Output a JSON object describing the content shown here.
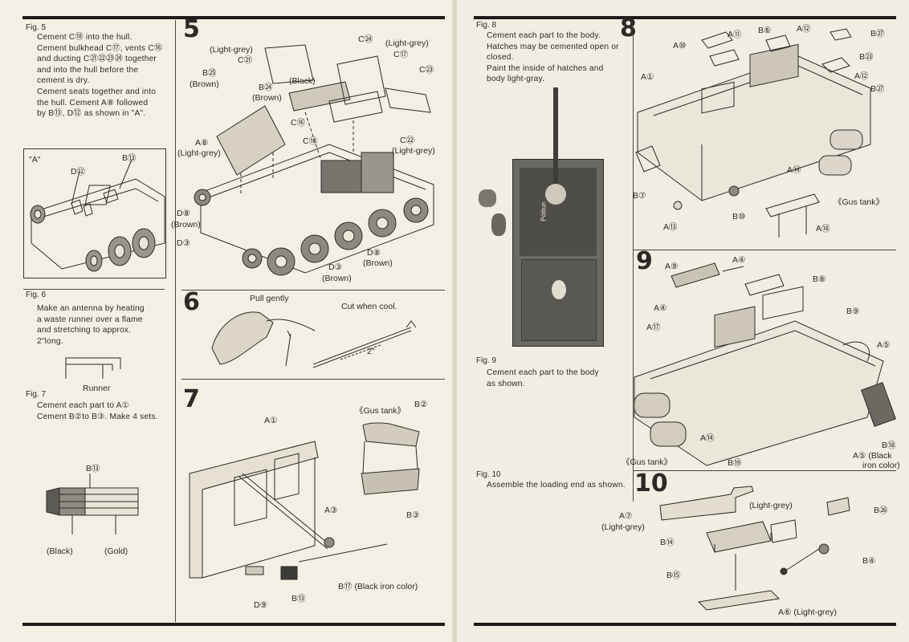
{
  "fig5": {
    "label": "Fig. 5",
    "lines": [
      "Cement C⑱ into the hull.",
      "Cement bulkhead C⑰, vents C⑯",
      "and ducting C㉑㉒㉓㉔ together",
      "and into the hull before the",
      "cement is dry.",
      "Cement seats together and into",
      "the hull.  Cement A⑧ followed",
      "by B⑬, D⑫ as shown in \"A\"."
    ]
  },
  "inset": {
    "title": "\"A\"",
    "labels": [
      "D⑫",
      "B⑬"
    ]
  },
  "fig6": {
    "label": "Fig. 6",
    "lines": [
      "Make an antenna by heating",
      "a waste runner over a flame",
      "and stretching to approx.",
      "2\"long."
    ],
    "runner": "Runner"
  },
  "fig7": {
    "label": "Fig. 7",
    "lines": [
      "Cement each part to A①",
      "Cement B②to B③.  Make 4 sets."
    ],
    "b13": "B⑬",
    "black": "(Black)",
    "gold": "(Gold)"
  },
  "step5": {
    "num": "5",
    "labels": {
      "ltgrey1": "(Light-grey)",
      "c21": "C㉑",
      "b25": "B㉕",
      "brown1": "(Brown)",
      "b24": "B㉔",
      "brown2": "(Brown)",
      "black": "(Black)",
      "c24": "C㉔",
      "ltgrey2": "(Light-grey)",
      "c17": "C⑰",
      "c23": "C㉓",
      "c16": "C⑯",
      "a8": "A⑧",
      "ltgrey3": "(Light-grey)",
      "c18": "C⑱",
      "c22": "C㉒",
      "ltgrey4": "(Light-grey)",
      "d8a": "D⑧",
      "brown3": "(Brown)",
      "d3a": "D③",
      "d8b": "D⑧",
      "brown4": "(Brown)",
      "d3b": "D③",
      "brown5": "(Brown)"
    }
  },
  "step6": {
    "num": "6",
    "pull": "Pull gently",
    "cut": "Cut when cool.",
    "two": "2\""
  },
  "step7": {
    "num": "7",
    "a1": "A①",
    "gus": "《Gus tank》",
    "b2": "B②",
    "a3": "A③",
    "b3": "B③",
    "b13": "B⑬",
    "d9": "D⑨",
    "b17": "B⑰ (Black iron color)"
  },
  "fig8": {
    "label": "Fig. 8",
    "lines": [
      "Cement each part to the body.",
      "Hatches may be cemented open or",
      "closed.",
      "Paint the inside of hatches and",
      "body light-gray."
    ]
  },
  "fig9": {
    "label": "Fig. 9",
    "lines": [
      "Cement each part to the body",
      "as shown."
    ]
  },
  "fig10": {
    "label": "Fig. 10",
    "lines": [
      "Assemble the loading end as shown."
    ]
  },
  "step8": {
    "num": "8",
    "labels": {
      "a11": "A⑪",
      "b6": "B⑥",
      "a12a": "A⑫",
      "b27a": "B㉗",
      "a10": "A⑩",
      "b23": "B㉓",
      "a12b": "A⑫",
      "b27b": "B㉗",
      "a1": "A①",
      "b7": "B⑦",
      "a14": "A⑭",
      "gus": "《Gus tank》",
      "b10": "B⑩",
      "a13": "A⑬",
      "a18": "A⑱"
    }
  },
  "step9": {
    "num": "9",
    "labels": {
      "a9": "A⑨",
      "a4a": "A④",
      "b8": "B⑧",
      "b9": "B⑨",
      "a4b": "A④",
      "a17": "A⑰",
      "a5a": "A⑤",
      "a14": "A⑭",
      "b18": "B⑱",
      "a5b": "A⑤ (Black",
      "iron": "iron color)",
      "gus": "《Gus tank》",
      "b19": "B⑲"
    }
  },
  "step10": {
    "num": "10",
    "labels": {
      "ltgrey1": "(Light-grey)",
      "b26": "B㉖",
      "a7": "A⑦",
      "ltgrey2": "(Light-grey)",
      "b14": "B⑭",
      "b4": "B④",
      "b15": "B⑮",
      "a6": "A⑥ (Light-grey)"
    }
  },
  "photo": {
    "decal": "Pölitun"
  }
}
